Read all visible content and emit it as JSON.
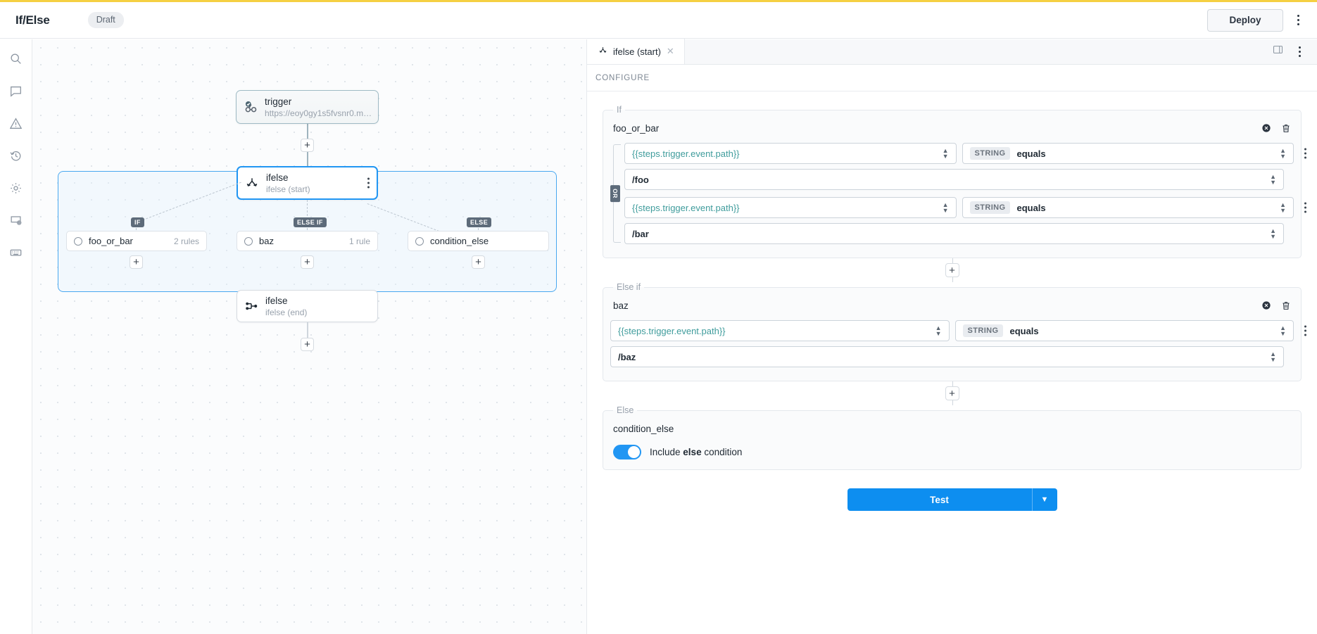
{
  "header": {
    "title": "If/Else",
    "status_badge": "Draft",
    "deploy_label": "Deploy",
    "menu_icon": "kebab-menu-icon"
  },
  "sidebar": {
    "items": [
      {
        "icon": "search-icon",
        "name": "search"
      },
      {
        "icon": "comment-icon",
        "name": "comments"
      },
      {
        "icon": "warning-icon",
        "name": "warnings"
      },
      {
        "icon": "history-icon",
        "name": "history"
      },
      {
        "icon": "gear-icon",
        "name": "settings"
      },
      {
        "icon": "window-settings-icon",
        "name": "panel-settings"
      },
      {
        "icon": "keyboard-icon",
        "name": "keyboard-shortcuts"
      }
    ]
  },
  "canvas": {
    "nodes": [
      {
        "title": "trigger",
        "subtitle": "https://eoy0gy1s5fvsnr0.m.pi...",
        "icon": "webhook-trigger-icon"
      },
      {
        "title": "ifelse",
        "subtitle": "ifelse (start)",
        "icon": "branch-icon"
      },
      {
        "title": "ifelse",
        "subtitle": "ifelse (end)",
        "icon": "merge-icon"
      }
    ],
    "edge_tags": [
      "IF",
      "ELSE IF",
      "ELSE"
    ],
    "branches": [
      {
        "name": "foo_or_bar",
        "count": "2 rules"
      },
      {
        "name": "baz",
        "count": "1 rule"
      },
      {
        "name": "condition_else",
        "count": ""
      }
    ],
    "add_icon": "plus-icon"
  },
  "panel": {
    "tab": {
      "label": "ifelse (start)",
      "icon": "branch-icon",
      "close_icon": "close-icon"
    },
    "tab_actions": [
      "split-panel-icon",
      "kebab-menu-icon"
    ],
    "section_label": "CONFIGURE",
    "groups": [
      {
        "legend": "If",
        "name": "foo_or_bar",
        "connector": "OR",
        "actions": [
          "clear-icon",
          "trash-icon"
        ],
        "rules": [
          {
            "left": "{{steps.trigger.event.path}}",
            "type_chip": "STRING",
            "operator": "equals",
            "right": "/foo"
          },
          {
            "left": "{{steps.trigger.event.path}}",
            "type_chip": "STRING",
            "operator": "equals",
            "right": "/bar"
          }
        ]
      },
      {
        "legend": "Else if",
        "name": "baz",
        "actions": [
          "clear-icon",
          "trash-icon"
        ],
        "rules": [
          {
            "left": "{{steps.trigger.event.path}}",
            "type_chip": "STRING",
            "operator": "equals",
            "right": "/baz"
          }
        ]
      },
      {
        "legend": "Else",
        "name": "condition_else",
        "toggle": {
          "on": true,
          "label_prefix": "Include ",
          "label_bold": "else",
          "label_suffix": " condition"
        }
      }
    ],
    "add_group_icon": "plus-icon",
    "test": {
      "label": "Test",
      "caret_icon": "chevron-down-icon"
    }
  },
  "colors": {
    "accent_bar": "#f5d042",
    "primary": "#2196f3",
    "expression": "#3f9c9c",
    "tag": "#5d6b7a"
  }
}
